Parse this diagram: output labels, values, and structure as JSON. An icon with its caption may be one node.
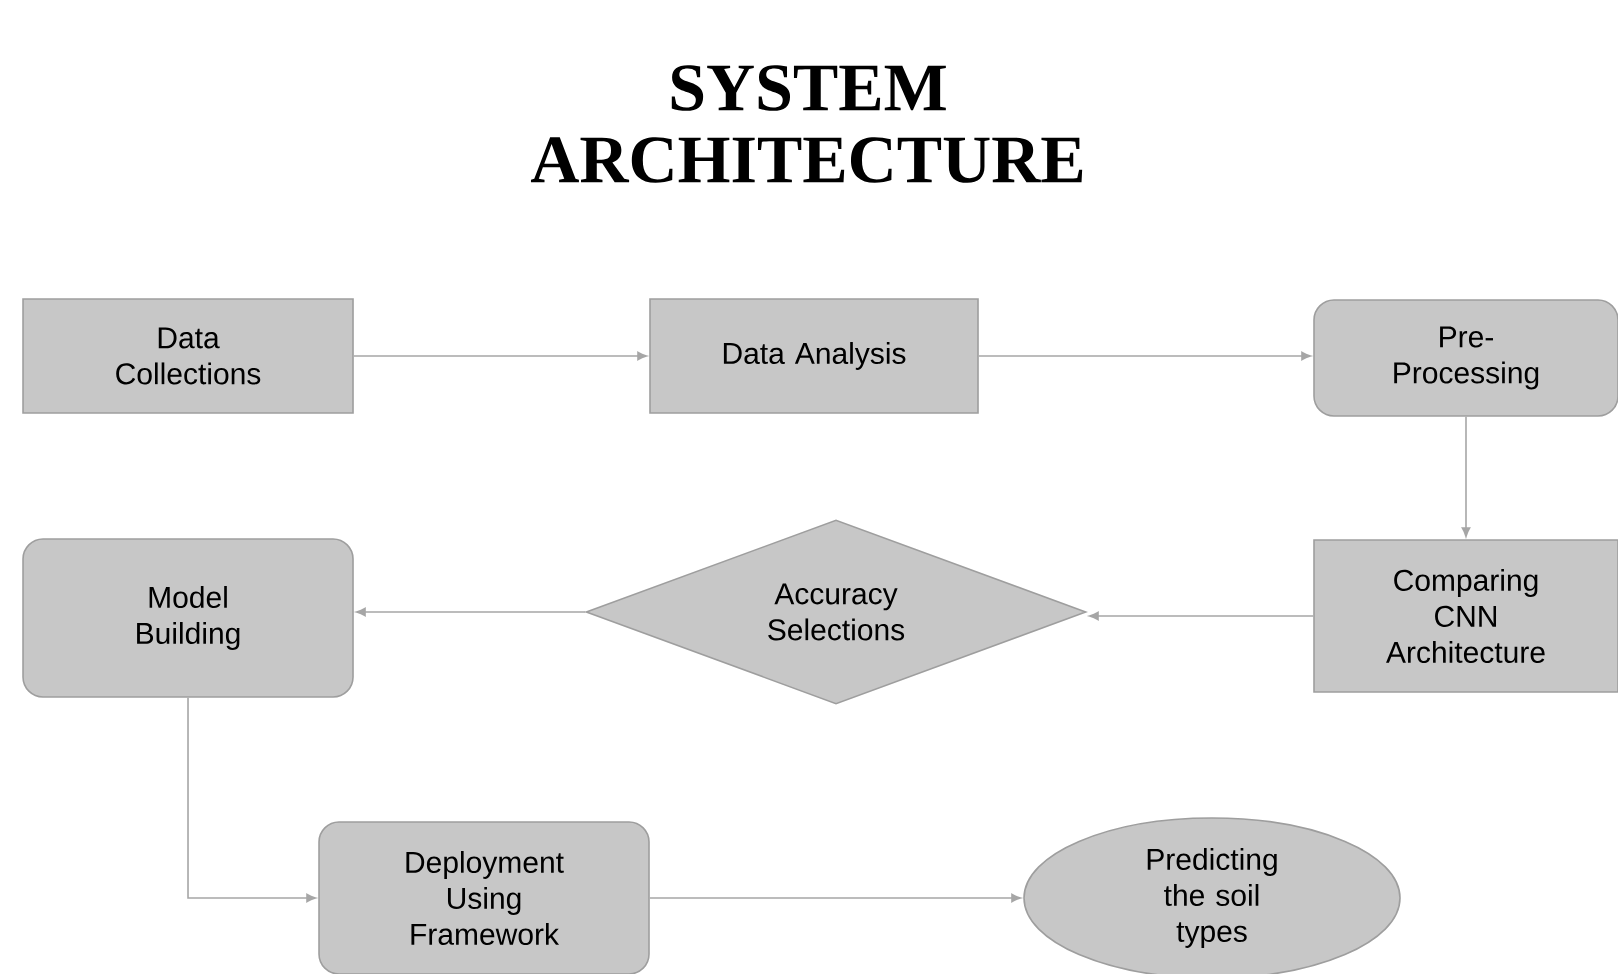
{
  "diagram": {
    "title": "SYSTEM ARCHITECTURE",
    "nodes": [
      {
        "text": [
          "Data Collections"
        ]
      },
      {
        "text": [
          "Data Analysis"
        ]
      },
      {
        "text": [
          "Pre-Processing"
        ]
      },
      {
        "text": [
          "Comparing CNN Architecture"
        ]
      },
      {
        "text": [
          "Accuracy Selections"
        ]
      },
      {
        "text": [
          "Model Building"
        ]
      },
      {
        "text": [
          "Deployment Using Framework"
        ]
      },
      {
        "text": [
          "Predicting the soil types"
        ]
      }
    ],
    "edges": [
      {
        "from": 0,
        "to": 1,
        "arrow": "to"
      },
      {
        "from": 1,
        "to": 2,
        "arrow": "to"
      },
      {
        "from": 2,
        "to": 3,
        "arrow": "to"
      },
      {
        "from": 3,
        "to": 4,
        "arrow": "to"
      },
      {
        "from": 4,
        "to": 5,
        "arrow": "to"
      },
      {
        "from": 5,
        "to": 6,
        "arrow": "to"
      },
      {
        "from": 6,
        "to": 7,
        "arrow": "to"
      }
    ]
  }
}
